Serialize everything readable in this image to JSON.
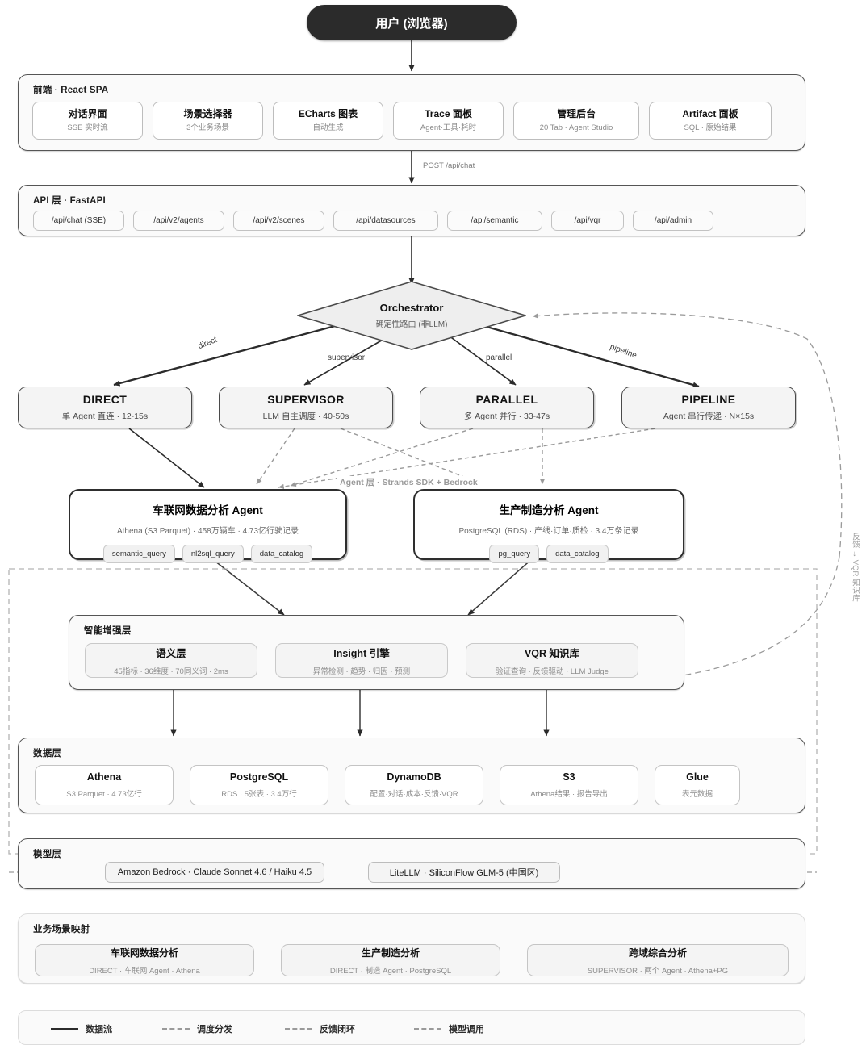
{
  "user": {
    "label": "用户 (浏览器)"
  },
  "frontend": {
    "title": "前端 · React SPA",
    "cards": [
      {
        "title": "对话界面",
        "sub": "SSE 实时流"
      },
      {
        "title": "场景选择器",
        "sub": "3个业务场景"
      },
      {
        "title": "ECharts 图表",
        "sub": "自动生成"
      },
      {
        "title": "Trace 面板",
        "sub": "Agent·工具·耗时"
      },
      {
        "title": "管理后台",
        "sub": "20 Tab · Agent Studio"
      },
      {
        "title": "Artifact 面板",
        "sub": "SQL · 原始结果"
      }
    ]
  },
  "api": {
    "title": "API 层 · FastAPI",
    "endpoints": [
      "/api/chat (SSE)",
      "/api/v2/agents",
      "/api/v2/scenes",
      "/api/datasources",
      "/api/semantic",
      "/api/vqr",
      "/api/admin"
    ]
  },
  "orchestrator": {
    "title": "Orchestrator",
    "sub": "确定性路由 (非LLM)"
  },
  "routes": [
    {
      "edge": "direct",
      "title": "DIRECT",
      "sub": "单 Agent 直连 · 12-15s"
    },
    {
      "edge": "supervisor",
      "title": "SUPERVISOR",
      "sub": "LLM 自主调度 · 40-50s"
    },
    {
      "edge": "parallel",
      "title": "PARALLEL",
      "sub": "多 Agent 并行 · 33-47s"
    },
    {
      "edge": "pipeline",
      "title": "PIPELINE",
      "sub": "Agent 串行传递 · N×15s"
    }
  ],
  "agent_layer": {
    "label": "Agent 层 · Strands SDK + Bedrock",
    "agents": [
      {
        "title": "车联网数据分析 Agent",
        "sub": "Athena (S3 Parquet) · 458万辆车 · 4.73亿行驶记录",
        "tools": [
          "semantic_query",
          "nl2sql_query",
          "data_catalog"
        ]
      },
      {
        "title": "生产制造分析 Agent",
        "sub": "PostgreSQL (RDS) · 产线·订单·质检 · 3.4万条记录",
        "tools": [
          "pg_query",
          "data_catalog"
        ]
      }
    ]
  },
  "enhancement": {
    "title": "智能增强层",
    "cards": [
      {
        "title": "语义层",
        "sub": "45指标 · 36维度 · 70同义词 · 2ms"
      },
      {
        "title": "Insight 引擎",
        "sub": "异常检测 · 趋势 · 归因 · 预测"
      },
      {
        "title": "VQR 知识库",
        "sub": "验证查询 · 反馈驱动 · LLM Judge"
      }
    ]
  },
  "data_layer": {
    "title": "数据层",
    "cards": [
      {
        "title": "Athena",
        "sub": "S3 Parquet · 4.73亿行"
      },
      {
        "title": "PostgreSQL",
        "sub": "RDS · 5张表 · 3.4万行"
      },
      {
        "title": "DynamoDB",
        "sub": "配置·对话·成本·反馈·VQR"
      },
      {
        "title": "S3",
        "sub": "Athena结果 · 报告导出"
      },
      {
        "title": "Glue",
        "sub": "表元数据"
      }
    ]
  },
  "model_layer": {
    "title": "模型层",
    "models": [
      "Amazon Bedrock · Claude Sonnet 4.6 / Haiku 4.5",
      "LiteLLM · SiliconFlow GLM-5 (中国区)"
    ]
  },
  "scenarios": {
    "title": "业务场景映射",
    "cards": [
      {
        "title": "车联网数据分析",
        "sub": "DIRECT · 车联网 Agent · Athena"
      },
      {
        "title": "生产制造分析",
        "sub": "DIRECT · 制造 Agent · PostgreSQL"
      },
      {
        "title": "跨域综合分析",
        "sub": "SUPERVISOR · 两个 Agent · Athena+PG"
      }
    ]
  },
  "legend": {
    "items": [
      {
        "style": "solid",
        "label": "数据流"
      },
      {
        "style": "dash",
        "label": "调度分发"
      },
      {
        "style": "dash",
        "label": "反馈闭环"
      },
      {
        "style": "dash",
        "label": "模型调用"
      }
    ]
  },
  "edges": {
    "post_chat": "POST /api/chat",
    "feedback_vqr": "反馈 → VQR 知识库"
  },
  "colors": {
    "user_bg": "#2b2b2b",
    "panel_bg": "#fafafa",
    "panel_border": "#555555",
    "solid_edge": "#2b2b2b",
    "dashed_edge": "#9a9a9a",
    "muted_text": "#8d8d8d"
  }
}
